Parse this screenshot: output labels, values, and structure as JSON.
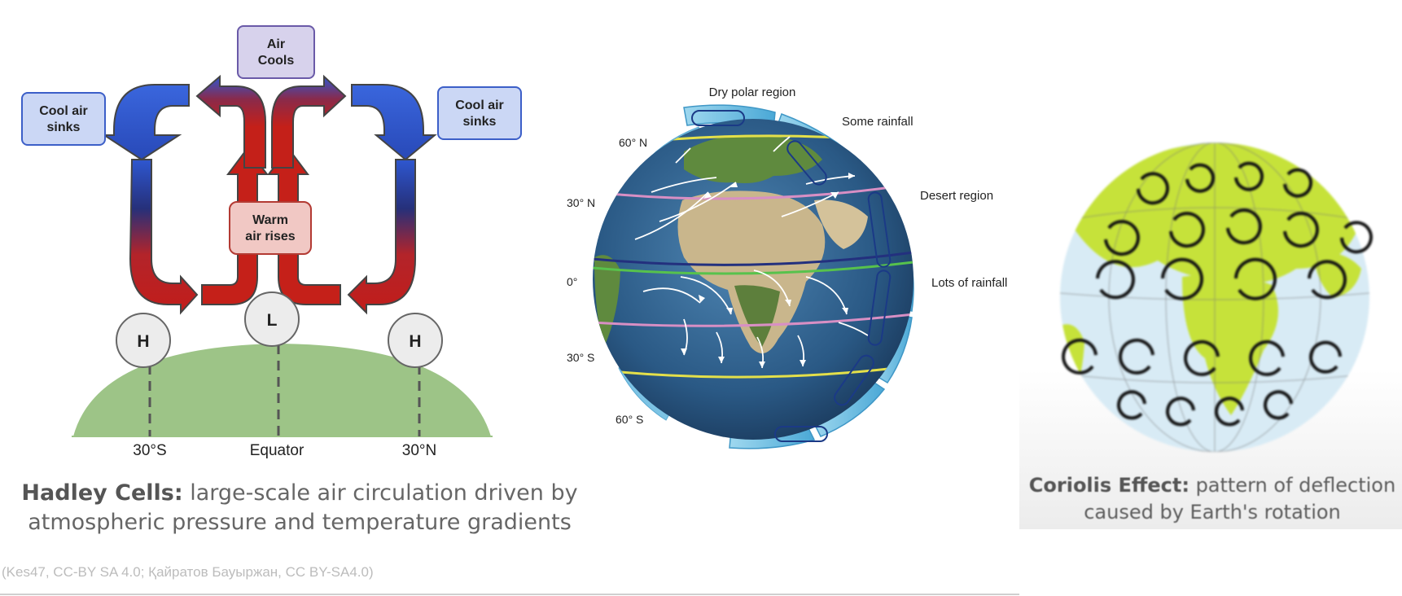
{
  "hadley": {
    "label_air_cools_1": "Air",
    "label_air_cools_2": "Cools",
    "label_cool_sinks_left_1": "Cool air",
    "label_cool_sinks_left_2": "sinks",
    "label_cool_sinks_right_1": "Cool air",
    "label_cool_sinks_right_2": "sinks",
    "label_warm_rises_1": "Warm",
    "label_warm_rises_2": "air rises",
    "pressure_left": "H",
    "pressure_center": "L",
    "pressure_right": "H",
    "lat_left": "30°S",
    "lat_center": "Equator",
    "lat_right": "30°N",
    "caption_bold": "Hadley Cells:",
    "caption_line1": " large-scale air circulation driven by",
    "caption_line2": "atmospheric pressure and temperature gradients"
  },
  "globe": {
    "lat_60n": "60° N",
    "lat_30n": "30° N",
    "lat_0": "0°",
    "lat_30s": "30° S",
    "lat_60s": "60° S",
    "zone_dry_polar": "Dry polar region",
    "zone_some_rainfall": "Some rainfall",
    "zone_desert": "Desert region",
    "zone_lots_rainfall": "Lots of rainfall"
  },
  "coriolis": {
    "caption_bold": "Coriolis Effect:",
    "caption_line1": " pattern of deflection",
    "caption_line2": "caused by Earth's rotation"
  },
  "credits": "(Kes47, CC-BY SA 4.0; Қайратов Бауыржан, CC BY-SA4.0)",
  "colors": {
    "arrow_red": "#c0211c",
    "arrow_blue": "#2f56c9",
    "ground_green": "#9cc384",
    "globe_ocean": "#2e5f8c",
    "band_blue": "#7fc6e6",
    "coriolis_land": "#c5e03a"
  }
}
